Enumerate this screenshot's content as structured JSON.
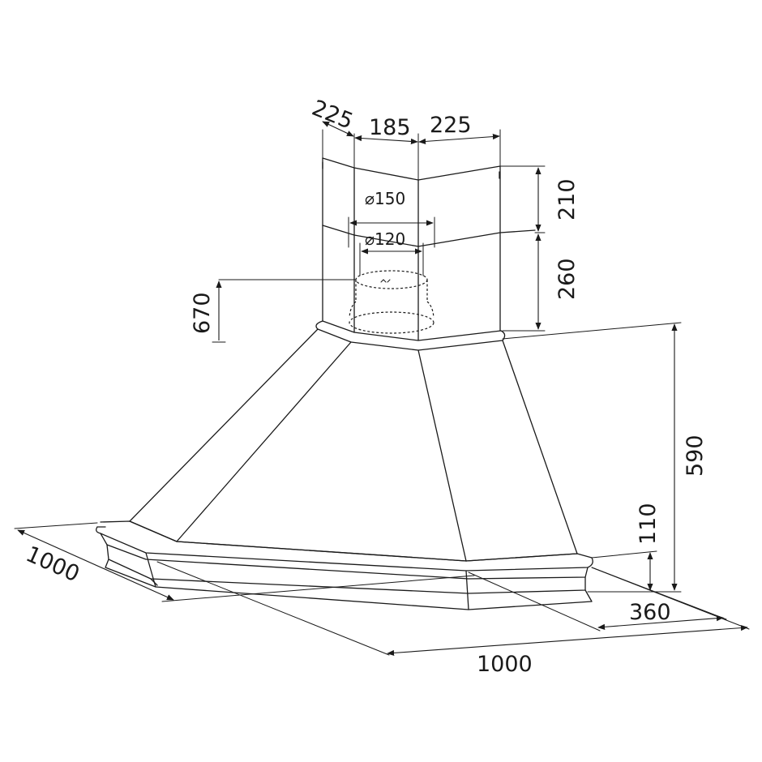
{
  "diagram": {
    "dimensions": {
      "chimney_side_left": "225",
      "chimney_front": "185",
      "chimney_side_right": "225",
      "upper_chimney_height": "210",
      "lower_chimney_height": "260",
      "outlet_height": "670",
      "hood_height": "590",
      "base_height": "110",
      "base_depth": "360",
      "width_right": "1000",
      "width_left": "1000",
      "outlet_outer_diameter": "⌀150",
      "outlet_inner_diameter": "⌀120"
    }
  }
}
